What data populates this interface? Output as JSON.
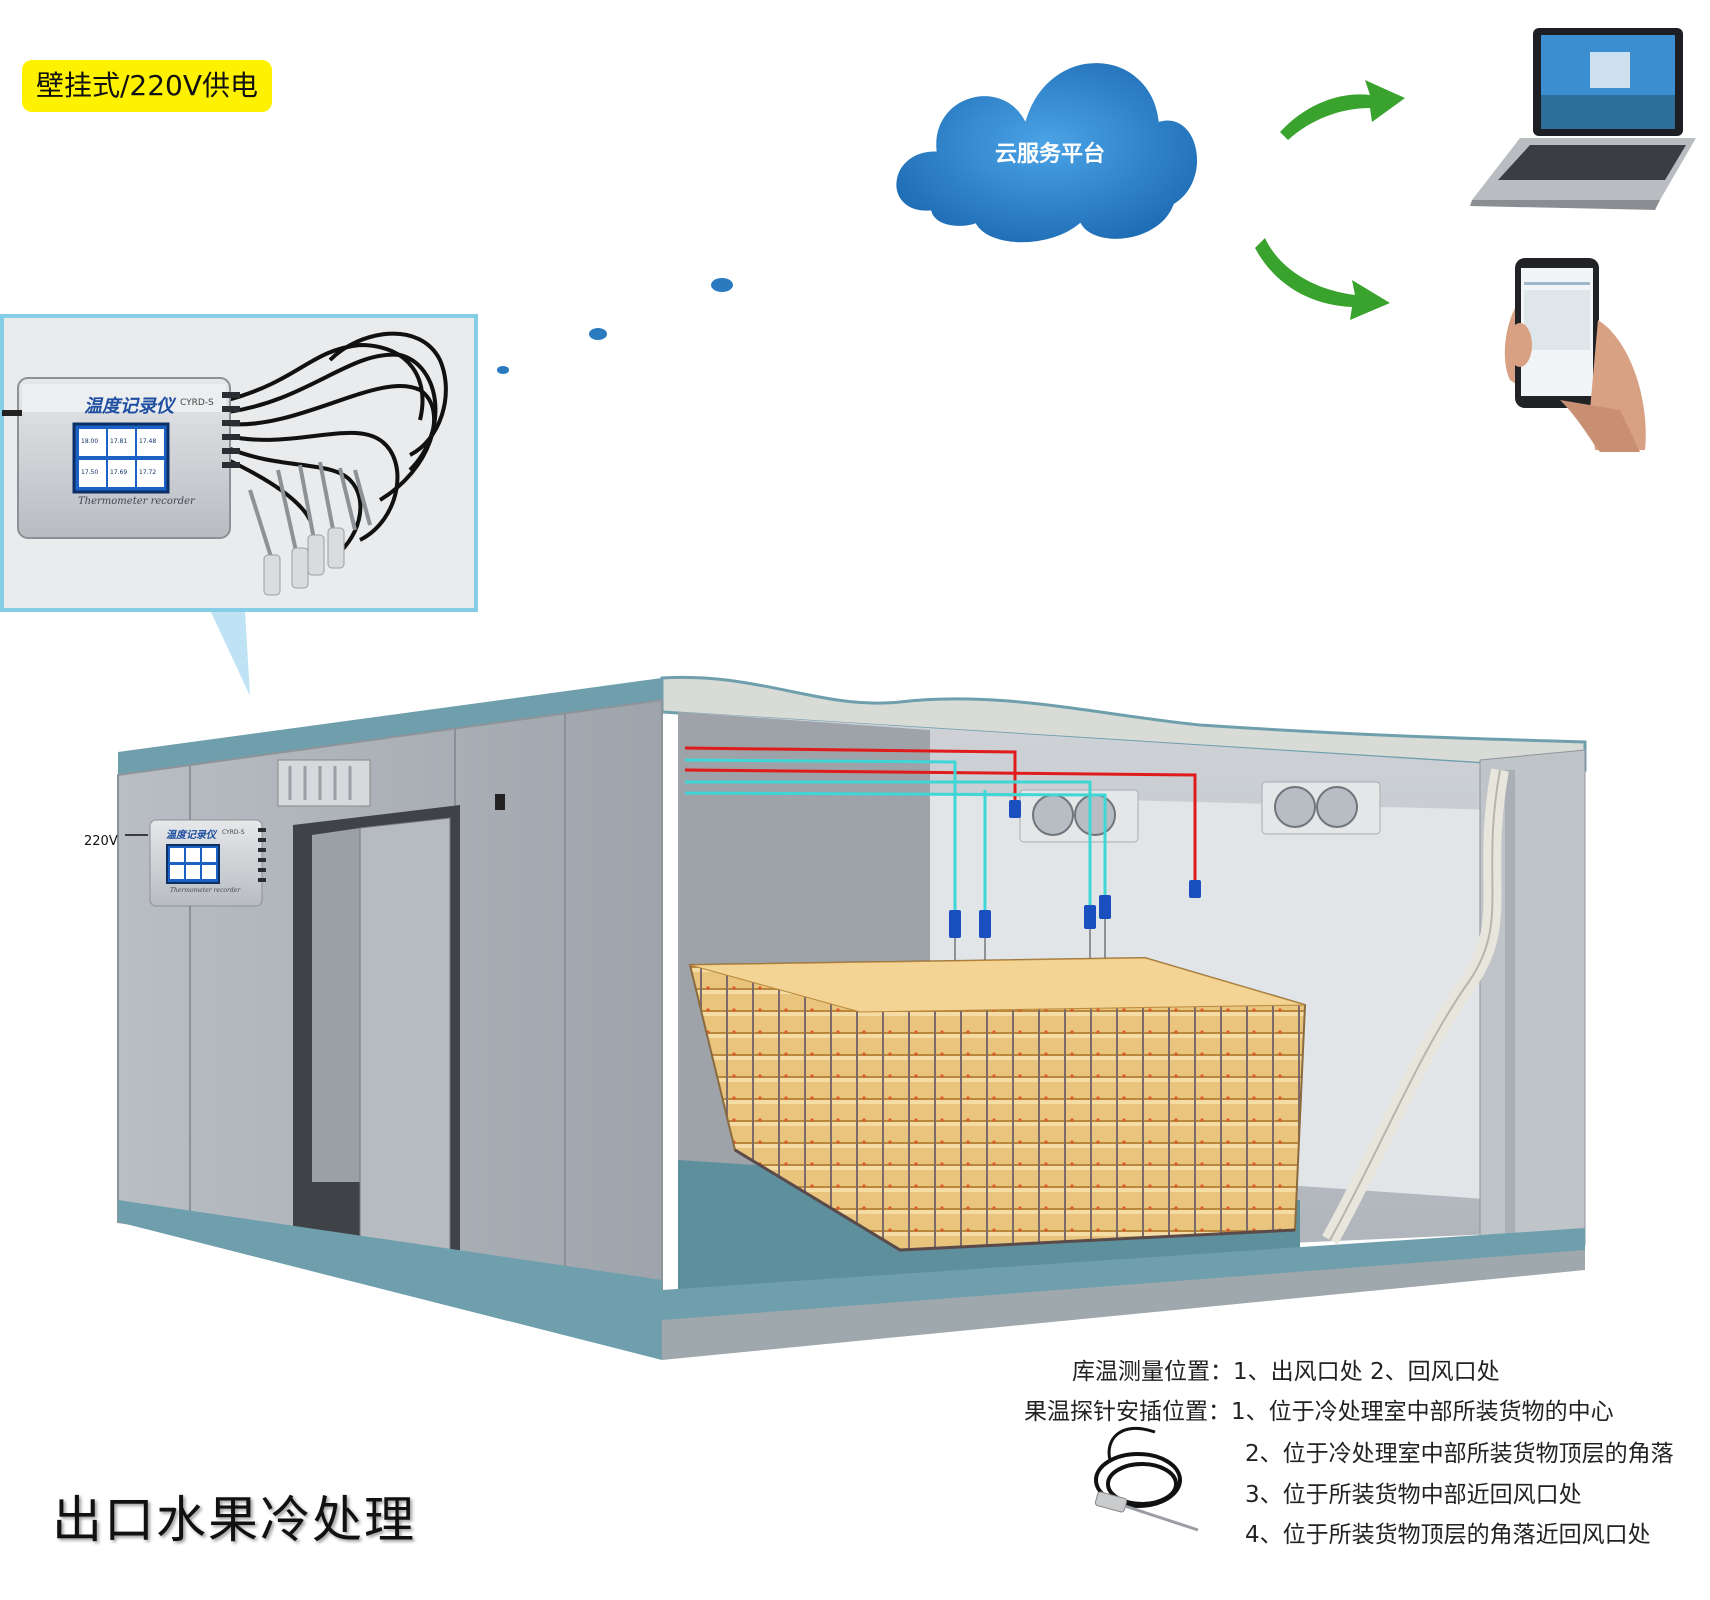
{
  "badge": {
    "text": "壁挂式/220V供电"
  },
  "cloud": {
    "label": "云服务平台"
  },
  "device": {
    "brand": "温度记录仪",
    "model": "CYRD-S",
    "subtitle": "Thermometer recorder",
    "readings": [
      "18.00",
      "17.81",
      "17.48",
      "17.50",
      "17.69",
      "17.72"
    ]
  },
  "power_label": "220V",
  "title": "出口水果冷处理",
  "notes": {
    "room_temp": "库温测量位置：1、出风口处  2、回风口处",
    "probe_head": "果温探针安插位置：1、位于冷处理室中部所装货物的中心",
    "probe_2": "2、位于冷处理室中部所装货物顶层的角落",
    "probe_3": "3、位于所装货物中部近回风口处",
    "probe_4": "4、位于所装货物顶层的角落近回风口处"
  },
  "colors": {
    "badge": "#fff200",
    "cloud": "#2a7ac0",
    "arrow": "#3aa32e",
    "room_frame": "#6f9fad",
    "red_cable": "#e01b1b",
    "cyan_cable": "#3fd6d6",
    "sensor": "#1a4fbf",
    "cargo": "#e8c277"
  },
  "icons": [
    "cloud-icon",
    "laptop-icon",
    "phone-icon",
    "arrow-icon",
    "probe-icon",
    "fan-icon"
  ]
}
